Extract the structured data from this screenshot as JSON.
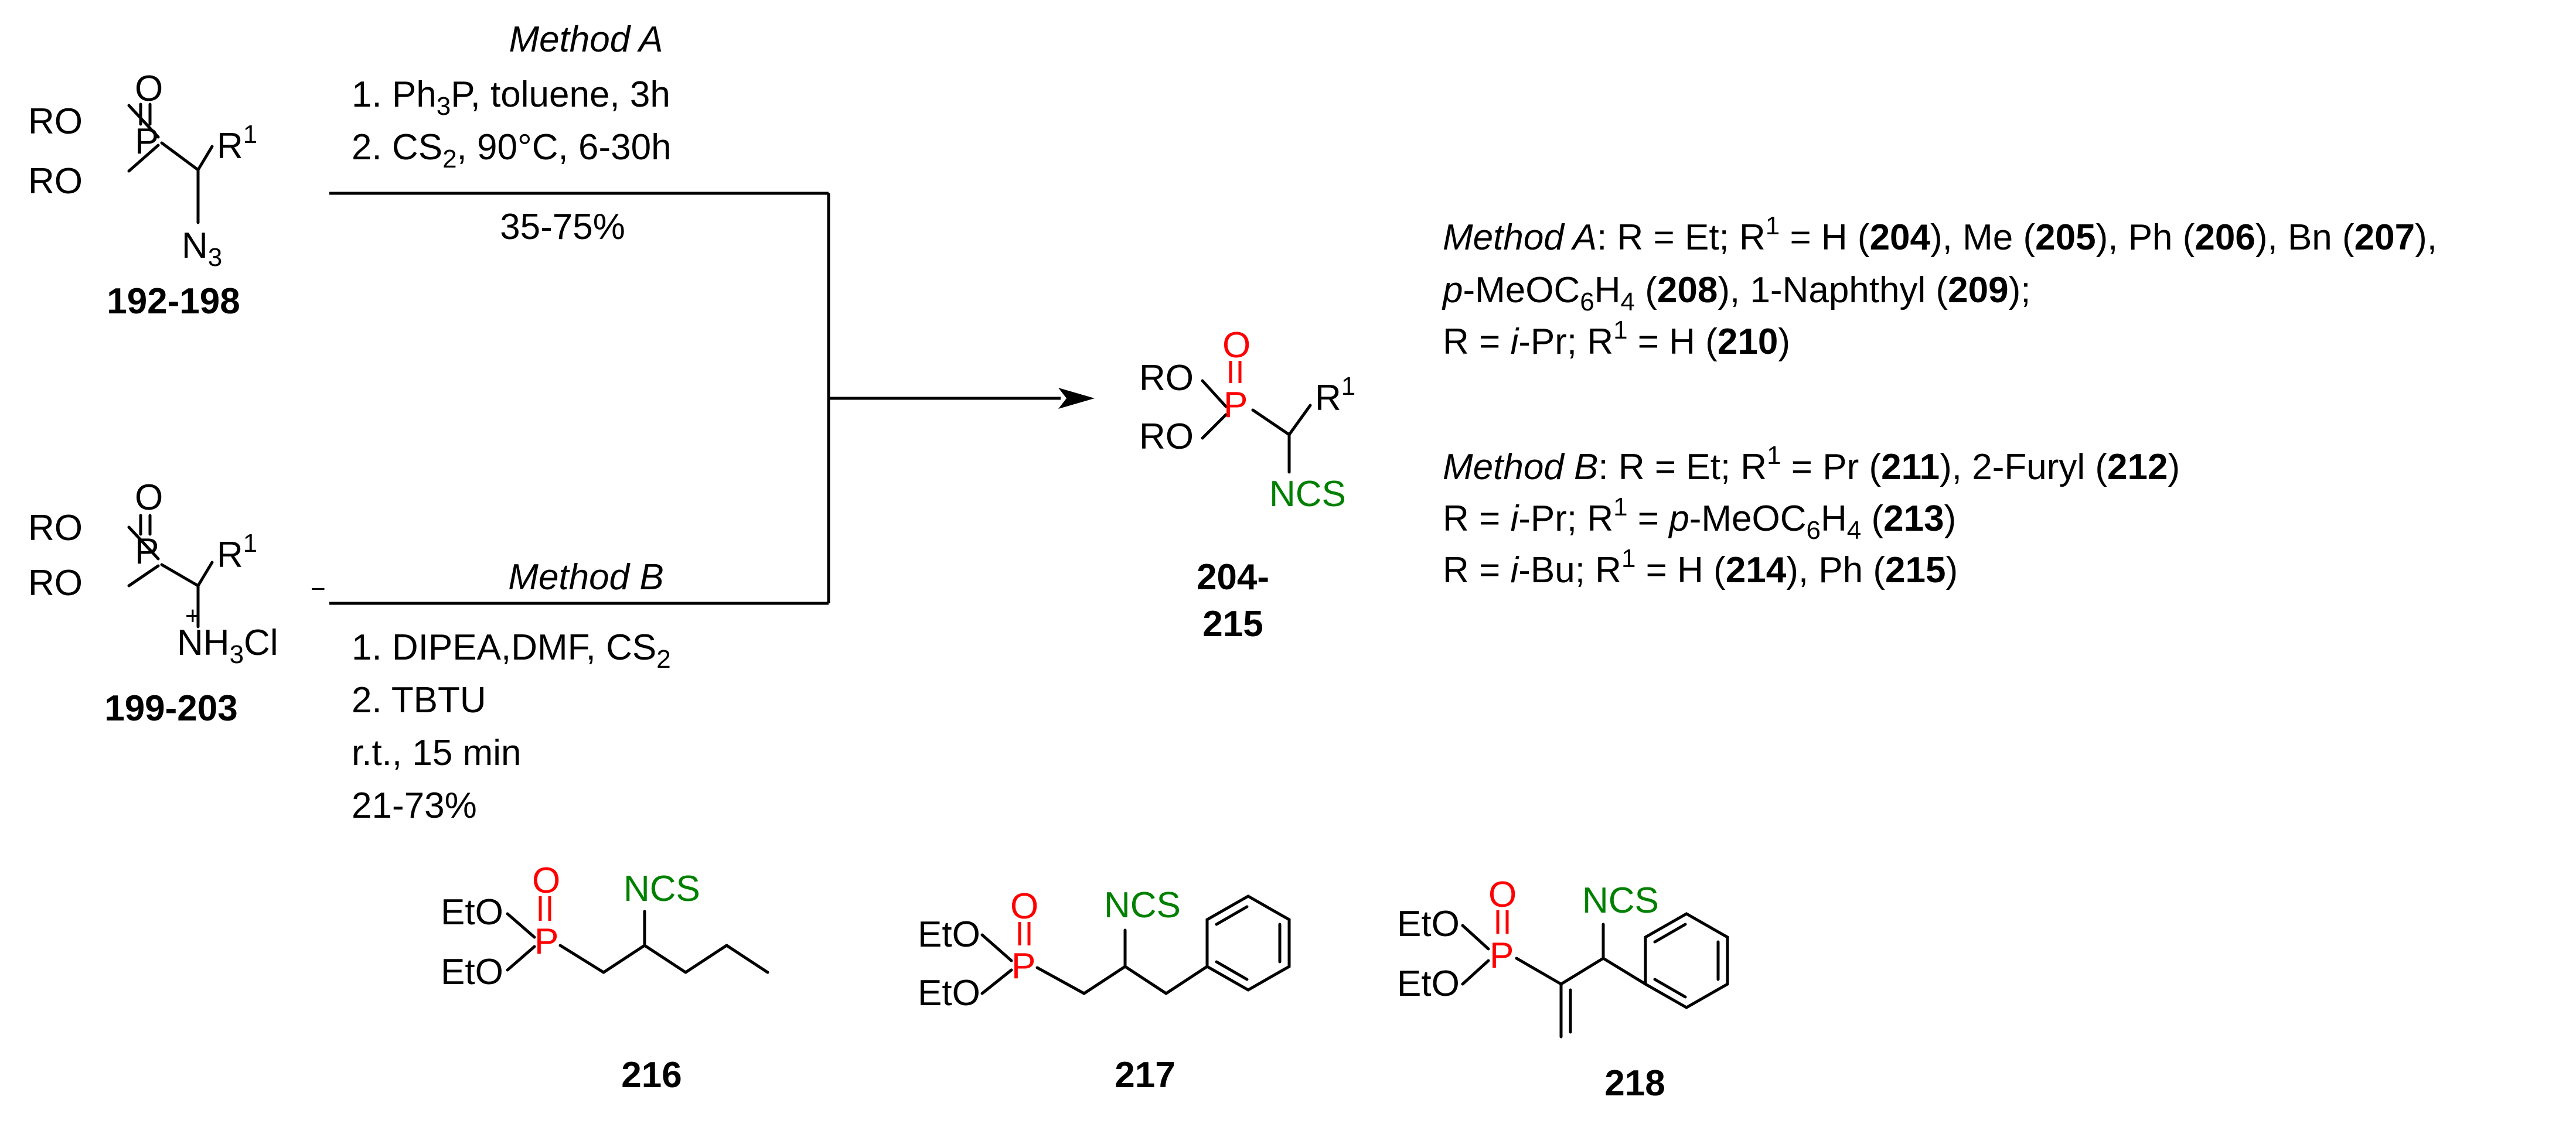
{
  "colors": {
    "heteroatom": "#ff0000",
    "ncs": "#008000",
    "text": "#000000"
  },
  "reactant_a": {
    "labels": {
      "ro": "RO",
      "o": "O",
      "p": "P",
      "r": "R",
      "r_sup": "1",
      "n": "N",
      "n_sub": "3"
    },
    "compound_id": "192-198"
  },
  "reactant_b": {
    "labels": {
      "ro": "RO",
      "o": "O",
      "p": "P",
      "r": "R",
      "r_sup": "1",
      "plus": "+",
      "minus": "−",
      "nh": "NH",
      "nh_sub": "3",
      "cl": "Cl"
    },
    "compound_id": "199-203"
  },
  "method_a": {
    "title": "Method A",
    "step1_pre": "1. Ph",
    "step1_sub": "3",
    "step1_post": "P,  toluene, 3h",
    "step2_pre": "2. CS",
    "step2_sub": "2",
    "step2_post": ", 90°C, 6-30h",
    "yield": "35-75%"
  },
  "method_b": {
    "title": "Method B",
    "step1_pre": "1. DIPEA,DMF,  CS",
    "step1_sub": "2",
    "step2": "2. TBTU",
    "step3": "r.t., 15 min",
    "yield": "21-73%"
  },
  "product": {
    "labels": {
      "ro": "RO",
      "o": "O",
      "p": "P",
      "r": "R",
      "r_sup": "1",
      "ncs": "NCS"
    },
    "compound_id_line1": "204-",
    "compound_id_line2": "215"
  },
  "method_notes": {
    "a_label": "Method A",
    "a_line1_text": [
      ": R = Et; R",
      " = H (",
      "), Me (",
      "), Ph (",
      "), Bn (",
      "),"
    ],
    "a_line1_sup": "1",
    "a_line1_ids": [
      "204",
      "205",
      "206",
      "207"
    ],
    "a_line2_p": "p",
    "a_line2_text": [
      "-MeOC",
      "H",
      " (",
      "), 1-Naphthyl (",
      ");"
    ],
    "a_line2_subs": [
      "6",
      "4"
    ],
    "a_line2_ids": [
      "208",
      "209"
    ],
    "a_line3_text": [
      "R = ",
      "-Pr; R",
      " = H (",
      ")"
    ],
    "a_line3_i": "i",
    "a_line3_sup": "1",
    "a_line3_id": "210",
    "b_label": "Method B",
    "b_line1_text": [
      ": R = Et; R",
      " = Pr (",
      "), 2-Furyl (",
      ")"
    ],
    "b_line1_sup": "1",
    "b_line1_ids": [
      "211",
      "212"
    ],
    "b_line2_text": [
      "R = ",
      "-Pr; R",
      " = ",
      "-MeOC",
      "H",
      " (",
      ")"
    ],
    "b_line2_i": "i",
    "b_line2_sup": "1",
    "b_line2_p": "p",
    "b_line2_subs": [
      "6",
      "4"
    ],
    "b_line2_id": "213",
    "b_line3_text": [
      "R = ",
      "-Bu; R",
      " = H (",
      "), Ph (",
      ")"
    ],
    "b_line3_i": "i",
    "b_line3_sup": "1",
    "b_line3_ids": [
      "214",
      "215"
    ]
  },
  "bottom_compounds": [
    {
      "id": "216",
      "eto": "EtO",
      "o": "O",
      "p": "P",
      "ncs": "NCS"
    },
    {
      "id": "217",
      "eto": "EtO",
      "o": "O",
      "p": "P",
      "ncs": "NCS"
    },
    {
      "id": "218",
      "eto": "EtO",
      "o": "O",
      "p": "P",
      "ncs": "NCS"
    }
  ]
}
